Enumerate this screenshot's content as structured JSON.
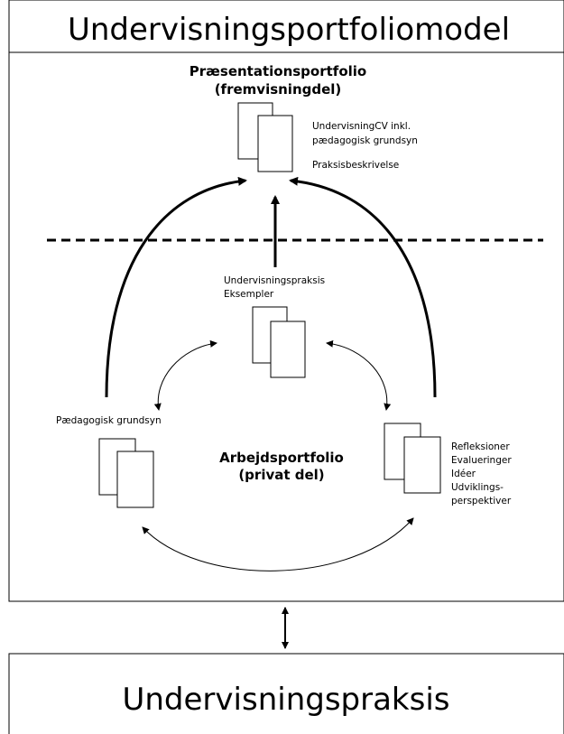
{
  "top_title": "Undervisningsportfoliomodel",
  "bottom_title": "Undervisningspraksis",
  "presentation": {
    "heading_line1": "Præsentationsportfolio",
    "heading_line2": "(fremvisningdel)",
    "note_line1": "UndervisningCV inkl.",
    "note_line2": "pædagogisk grundsyn",
    "note_line3": "Praksisbeskrivelse"
  },
  "examples": {
    "line1": "Undervisningspraksis",
    "line2": "Eksempler"
  },
  "pedagogy": {
    "label": "Pædagogisk grundsyn"
  },
  "work": {
    "heading_line1": "Arbejdsportfolio",
    "heading_line2": "(privat del)"
  },
  "reflections": {
    "line1": "Refleksioner",
    "line2": "Evalueringer",
    "line3": "Idéer",
    "line4": "Udviklings-",
    "line5": "perspektiver"
  }
}
